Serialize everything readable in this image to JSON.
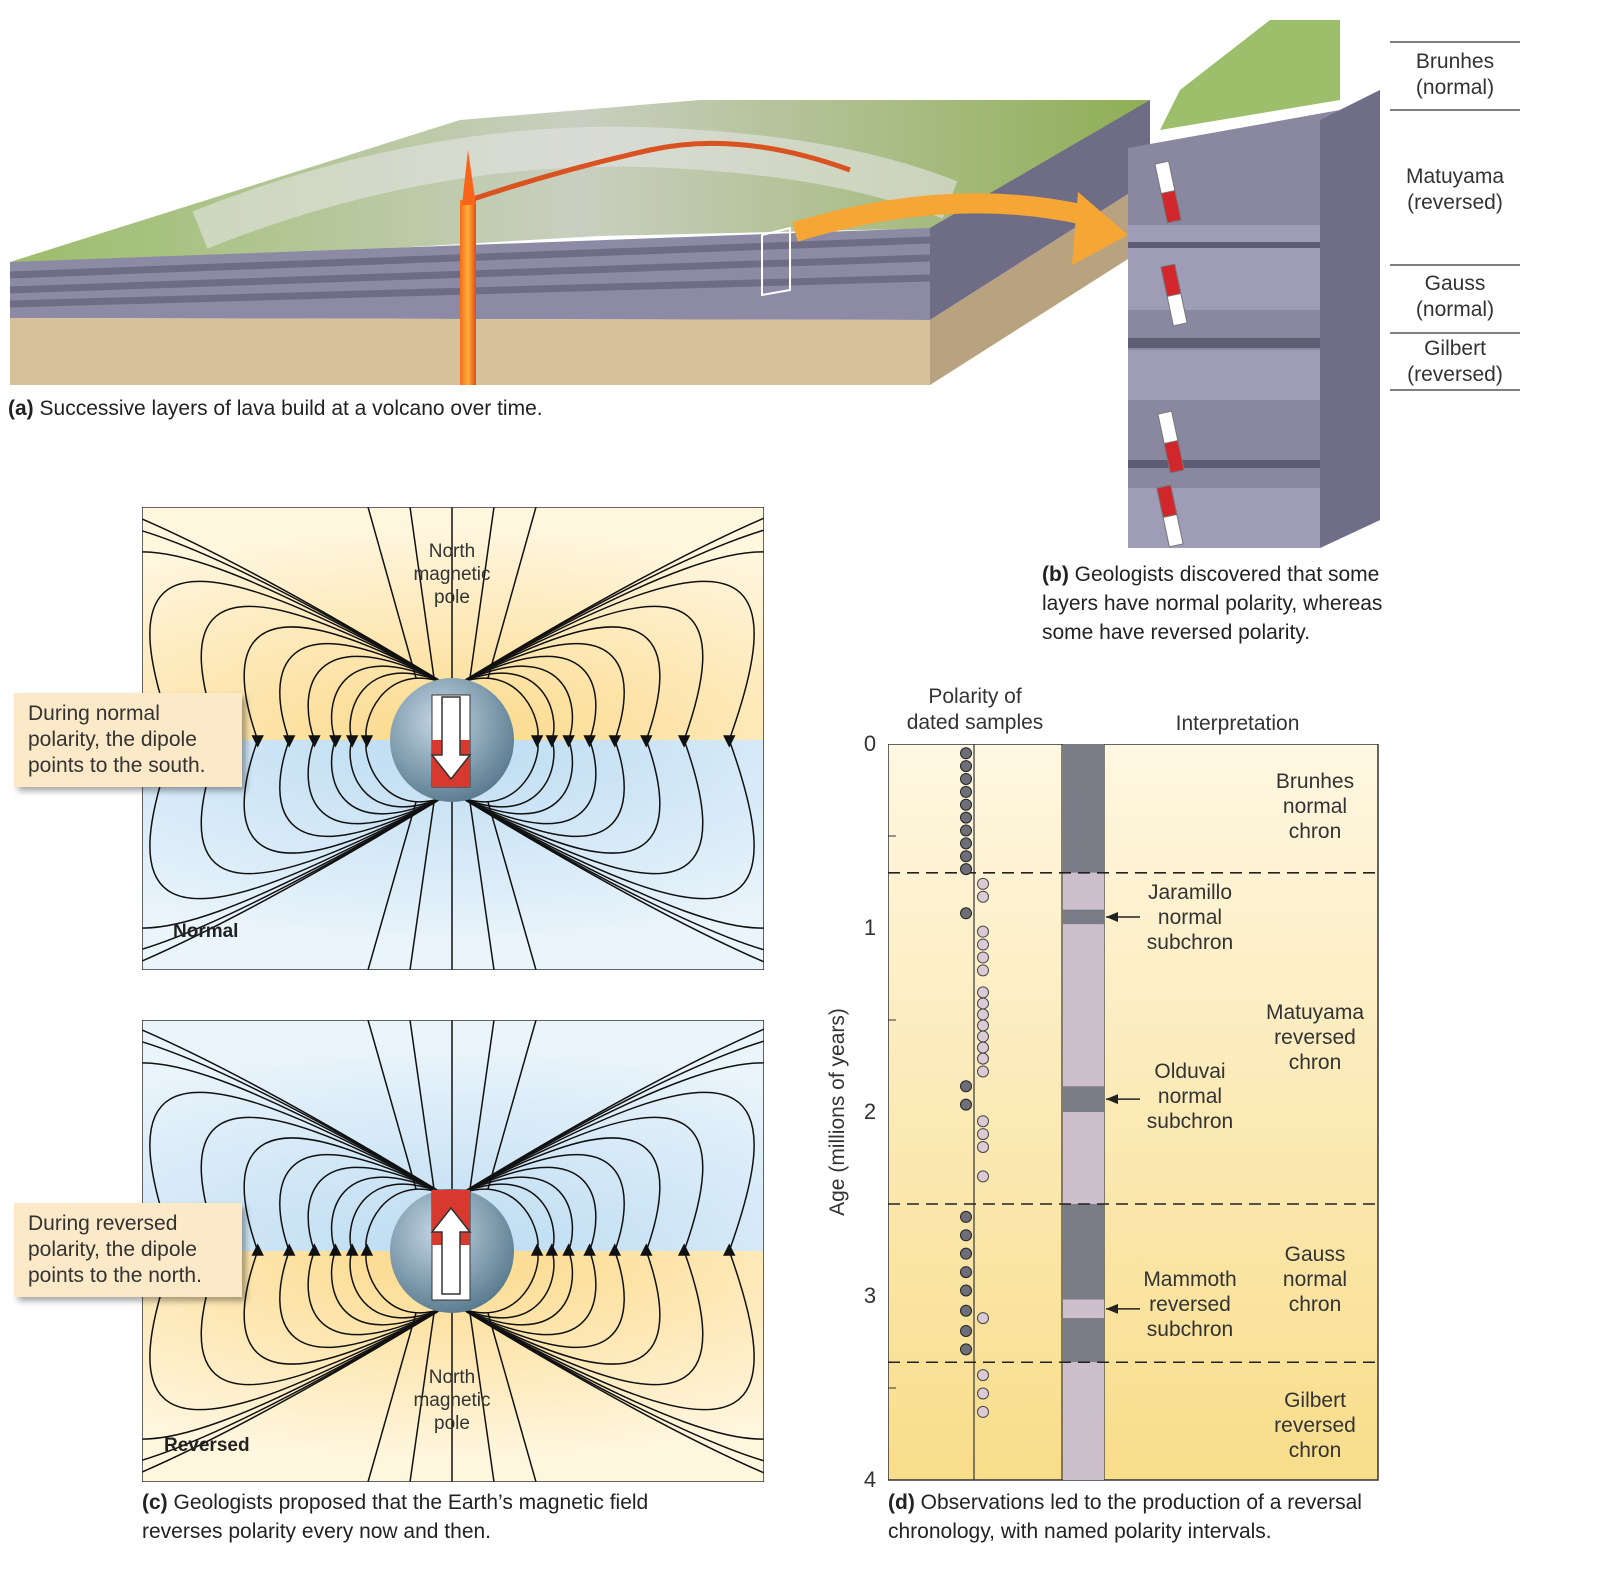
{
  "panel_a": {
    "caption_tag": "(a)",
    "caption": "Successive layers of lava build at a volcano over time."
  },
  "panel_b": {
    "caption_tag": "(b)",
    "caption_line1": "Geologists discovered that some",
    "caption_line2": "layers have normal polarity, whereas",
    "caption_line3": "some have reversed polarity.",
    "labels": [
      {
        "line1": "Brunhes",
        "line2": "(normal)"
      },
      {
        "line1": "Matuyama",
        "line2": "(reversed)"
      },
      {
        "line1": "Gauss",
        "line2": "(normal)"
      },
      {
        "line1": "Gilbert",
        "line2": "(reversed)"
      }
    ]
  },
  "panel_c": {
    "caption_tag": "(c)",
    "caption_line1": "Geologists proposed that the Earth’s magnetic field",
    "caption_line2": "reverses polarity every now and then.",
    "normal": {
      "tag": "Normal",
      "pole_line1": "North",
      "pole_line2": "magnetic",
      "pole_line3": "pole",
      "callout_line1": "During normal",
      "callout_line2": "polarity, the dipole",
      "callout_line3": "points to the south."
    },
    "reversed": {
      "tag": "Reversed",
      "pole_line1": "North",
      "pole_line2": "magnetic",
      "pole_line3": "pole",
      "callout_line1": "During reversed",
      "callout_line2": "polarity, the dipole",
      "callout_line3": "points to the north."
    },
    "colors": {
      "warm": "#fbe3a8",
      "cool": "#d3e8f6",
      "arrow_red": "#d8392e"
    }
  },
  "panel_d": {
    "caption_tag": "(d)",
    "caption_line1": "Observations led to the production of a reversal",
    "caption_line2": "chronology, with named polarity intervals.",
    "col1_line1": "Polarity of",
    "col1_line2": "dated samples",
    "col2": "Interpretation",
    "ylabel": "Age (millions of years)",
    "yticks": [
      "0",
      "1",
      "2",
      "3",
      "4"
    ],
    "chrons": [
      {
        "l1": "Brunhes",
        "l2": "normal",
        "l3": "chron"
      },
      {
        "l1": "Matuyama",
        "l2": "reversed",
        "l3": "chron"
      },
      {
        "l1": "Gauss",
        "l2": "normal",
        "l3": "chron"
      },
      {
        "l1": "Gilbert",
        "l2": "reversed",
        "l3": "chron"
      }
    ],
    "subchrons": [
      {
        "l1": "Jaramillo",
        "l2": "normal",
        "l3": "subchron"
      },
      {
        "l1": "Olduvai",
        "l2": "normal",
        "l3": "subchron"
      },
      {
        "l1": "Mammoth",
        "l2": "reversed",
        "l3": "subchron"
      }
    ],
    "colors": {
      "normal": "#7a7d88",
      "reversed": "#cdbfcc"
    }
  },
  "chart_data": {
    "type": "scatter",
    "xlabel": "",
    "ylabel": "Age (millions of years)",
    "ylim": [
      0,
      4
    ],
    "normal_samples_age": [
      0.05,
      0.12,
      0.19,
      0.26,
      0.33,
      0.4,
      0.47,
      0.54,
      0.61,
      0.68,
      0.92,
      1.86,
      1.96,
      2.57,
      2.67,
      2.77,
      2.87,
      2.97,
      3.08,
      3.19,
      3.29
    ],
    "reversed_samples_age": [
      0.76,
      0.83,
      1.02,
      1.09,
      1.16,
      1.23,
      1.35,
      1.41,
      1.47,
      1.53,
      1.59,
      1.65,
      1.71,
      1.78,
      2.05,
      2.12,
      2.19,
      2.35,
      3.12,
      3.43,
      3.53,
      3.63
    ],
    "intervals": [
      {
        "from": 0.0,
        "to": 0.7,
        "polarity": "normal"
      },
      {
        "from": 0.7,
        "to": 0.9,
        "polarity": "reversed"
      },
      {
        "from": 0.9,
        "to": 0.98,
        "polarity": "normal"
      },
      {
        "from": 0.98,
        "to": 1.86,
        "polarity": "reversed"
      },
      {
        "from": 1.86,
        "to": 2.0,
        "polarity": "normal"
      },
      {
        "from": 2.0,
        "to": 2.5,
        "polarity": "reversed"
      },
      {
        "from": 2.5,
        "to": 3.02,
        "polarity": "normal"
      },
      {
        "from": 3.02,
        "to": 3.12,
        "polarity": "reversed"
      },
      {
        "from": 3.12,
        "to": 3.36,
        "polarity": "normal"
      },
      {
        "from": 3.36,
        "to": 4.0,
        "polarity": "reversed"
      }
    ],
    "chron_boundaries": [
      0.7,
      2.5,
      3.36
    ]
  }
}
